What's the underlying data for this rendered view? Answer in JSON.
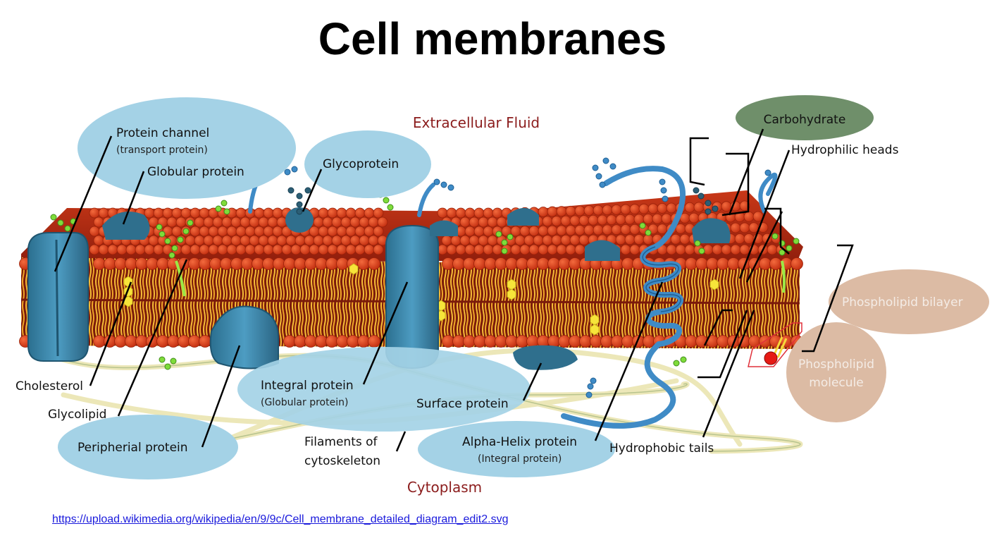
{
  "title": "Cell membranes",
  "regions": {
    "extracellular": "Extracellular Fluid",
    "cytoplasm": "Cytoplasm"
  },
  "labels": {
    "protein_channel": "Protein channel",
    "protein_channel_sub": "(transport protein)",
    "globular_protein": "Globular protein",
    "glycoprotein": "Glycoprotein",
    "carbohydrate": "Carbohydrate",
    "hydrophilic_heads": "Hydrophilic heads",
    "phospholipid_bilayer": "Phospholipid bilayer",
    "phospholipid_molecule_1": "Phospholipid",
    "phospholipid_molecule_2": "molecule",
    "cholesterol": "Cholesterol",
    "glycolipid": "Glycolipid",
    "peripheral_protein": "Peripherial protein",
    "integral_protein": "Integral protein",
    "integral_protein_sub": "(Globular protein)",
    "surface_protein": "Surface protein",
    "filaments_1": "Filaments of",
    "filaments_2": "cytoskeleton",
    "alpha_helix": "Alpha-Helix protein",
    "alpha_helix_sub": "(Integral protein)",
    "hydrophobic_tails": "Hydrophobic tails"
  },
  "source_link": "https://upload.wikimedia.org/wikipedia/en/9/9c/Cell_membrane_detailed_diagram_edit2.svg",
  "colors": {
    "callout_blue": "#9fd0e4",
    "callout_green": "#6f8f6a",
    "callout_tan": "#d9b49a",
    "head_red": "#d8401c",
    "tail_yellow": "#f2b431",
    "protein_blue": "#3e86a8",
    "region_text": "#8b1c1c"
  }
}
